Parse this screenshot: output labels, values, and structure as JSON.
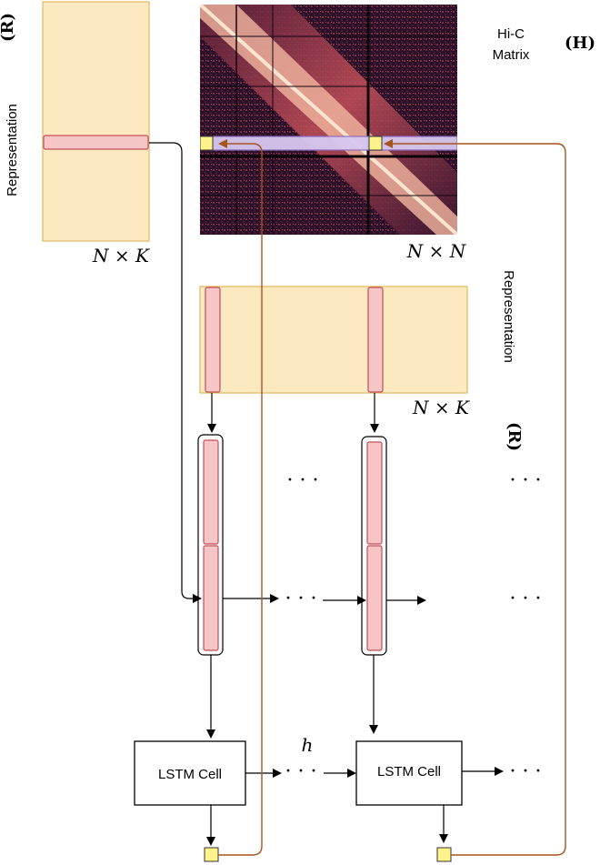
{
  "labels": {
    "representation_left": "Representation",
    "r_left": "(R)",
    "nk_left": "N × K",
    "hic_title_line1": "Hi-C",
    "hic_title_line2": "Matrix",
    "h_label": "(H)",
    "nn_label": "N × N",
    "representation_right": "Representation",
    "nk_right": "N × K",
    "r_right": "(R)",
    "dots": "· · ·",
    "lstm_cell_1": "LSTM Cell",
    "lstm_cell_2": "LSTM Cell",
    "hidden_label": "h"
  },
  "colors": {
    "representation_fill": "#fde9c0",
    "representation_stroke": "#e0b860",
    "highlight_fill": "#f6c5c5",
    "highlight_stroke": "#c0505a",
    "output_fill": "#fff38a",
    "output_stroke": "#333333",
    "feedback_arrow": "#a5551c",
    "heatmap_dark": "#1f0d20",
    "heatmap_light": "#fbe0c8",
    "row_highlight": "#d7c8f0"
  }
}
